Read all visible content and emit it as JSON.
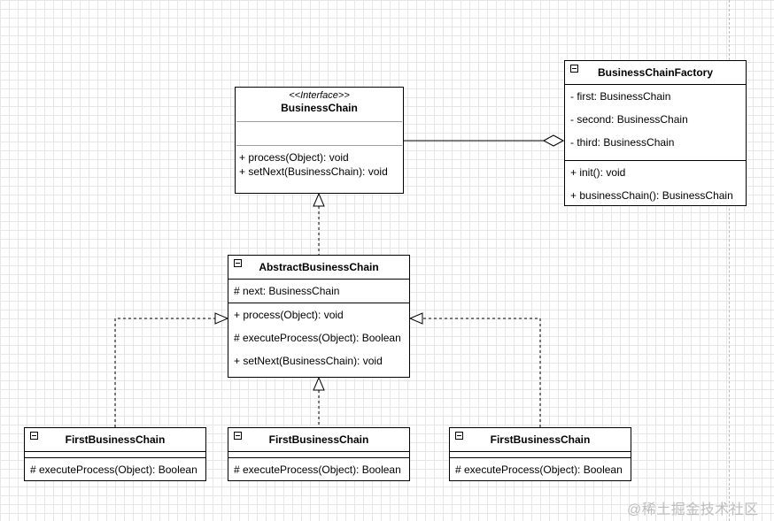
{
  "interface_box": {
    "stereotype": "<<Interface>>",
    "name": "BusinessChain",
    "methods": [
      "+ process(Object): void",
      "+ setNext(BusinessChain): void"
    ]
  },
  "factory_box": {
    "name": "BusinessChainFactory",
    "fields": [
      "- first: BusinessChain",
      "- second: BusinessChain",
      "- third: BusinessChain"
    ],
    "methods": [
      "+ init(): void",
      "+ businessChain(): BusinessChain"
    ]
  },
  "abstract_box": {
    "name": "AbstractBusinessChain",
    "fields": [
      "# next: BusinessChain"
    ],
    "methods": [
      "+ process(Object): void",
      "# executeProcess(Object): Boolean",
      "+ setNext(BusinessChain): void"
    ]
  },
  "concrete_boxes": [
    {
      "name": "FirstBusinessChain",
      "method": "# executeProcess(Object): Boolean"
    },
    {
      "name": "FirstBusinessChain",
      "method": "# executeProcess(Object): Boolean"
    },
    {
      "name": "FirstBusinessChain",
      "method": "# executeProcess(Object): Boolean"
    }
  ],
  "watermark": "@稀土掘金技术社区"
}
